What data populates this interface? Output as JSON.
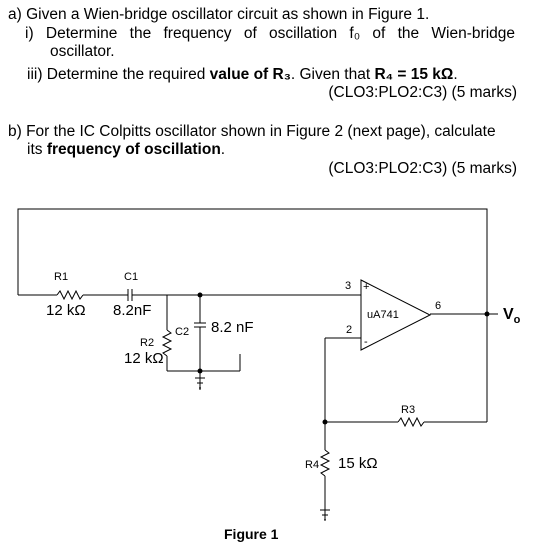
{
  "question_a": {
    "line1": "a) Given a Wien-bridge oscillator circuit as shown in Figure 1.",
    "part_i_line1": "i)  Determine  the  frequency  of  oscillation  f₀  of  the  Wien-bridge",
    "part_i_line2": "oscillator.",
    "part_iii_prefix": "iii) Determine the required ",
    "part_iii_bold": "value of R₃",
    "part_iii_mid": ". Given that ",
    "part_iii_bold2": "R₄ = 15 kΩ",
    "part_iii_end": ".",
    "marks": "(CLO3:PLO2:C3) (5 marks)"
  },
  "question_b": {
    "line1": "b) For the IC Colpitts oscillator shown in Figure 2 (next page), calculate",
    "line2_prefix": "its ",
    "line2_bold": "frequency of oscillation",
    "line2_end": ".",
    "marks": "(CLO3:PLO2:C3) (5 marks)"
  },
  "circuit": {
    "r1_label": "R1",
    "r1_value": "12 kΩ",
    "c1_label": "C1",
    "c1_value": "8.2nF",
    "r2_label": "R2",
    "r2_value": "12 kΩ",
    "c2_label": "C2",
    "c2_value": "8.2 nF",
    "opamp_label": "uA741",
    "pin3": "3",
    "pin2": "2",
    "pin6": "6",
    "plus": "+",
    "minus": "-",
    "r3_label": "R3",
    "r4_label": "R4",
    "r4_value": "15 kΩ",
    "output_label": "V",
    "output_sub": "o",
    "figure_caption": "Figure 1"
  }
}
